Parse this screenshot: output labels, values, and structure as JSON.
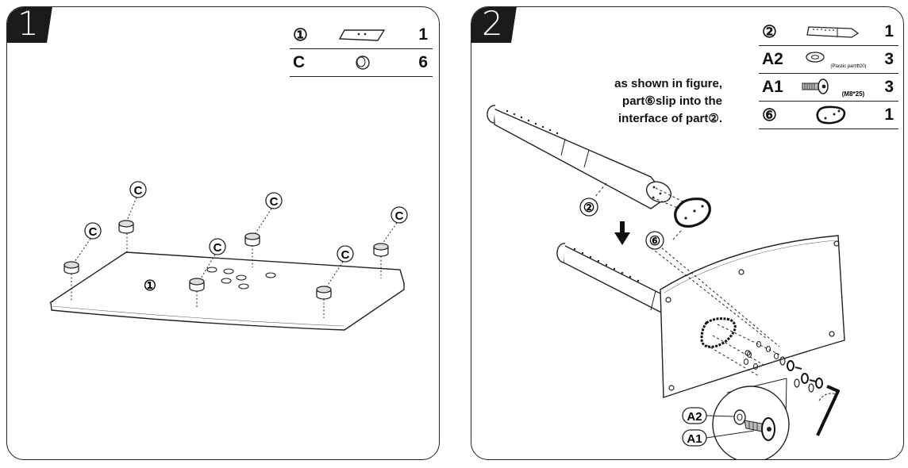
{
  "step1": {
    "number": "1",
    "parts": [
      {
        "id": "①",
        "icon": "shelf-plate-icon",
        "qty": "1"
      },
      {
        "id": "C",
        "icon": "rubber-foot-icon",
        "qty": "6"
      }
    ],
    "labels": {
      "foot": "C",
      "plate": "①"
    }
  },
  "step2": {
    "number": "2",
    "parts": [
      {
        "id": "②",
        "icon": "column-tube-icon",
        "qty": "1",
        "spec": ""
      },
      {
        "id": "A2",
        "icon": "washer-icon",
        "qty": "3",
        "spec": "(Plastic partΦ20)"
      },
      {
        "id": "A1",
        "icon": "bolt-icon",
        "qty": "3",
        "spec": "(M8*25)"
      },
      {
        "id": "⑥",
        "icon": "oval-plate-icon",
        "qty": "1",
        "spec": ""
      }
    ],
    "note": [
      "as shown in figure,",
      "part⑥slip into the",
      "interface of part②."
    ],
    "labels": {
      "column": "②",
      "plate": "⑥",
      "washer": "A2",
      "bolt": "A1"
    }
  }
}
